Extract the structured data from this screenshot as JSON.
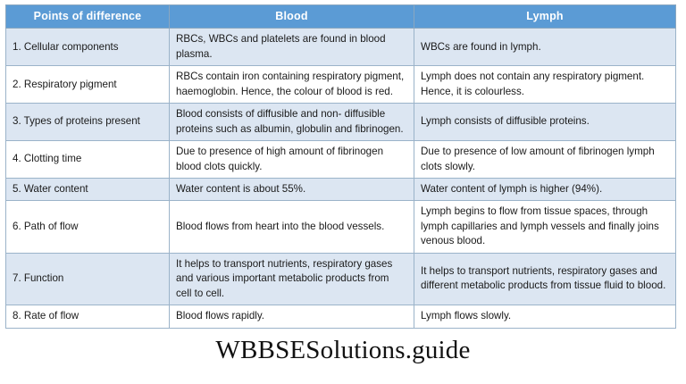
{
  "table": {
    "columns": [
      {
        "key": "points",
        "label": "Points of difference"
      },
      {
        "key": "blood",
        "label": "Blood"
      },
      {
        "key": "lymph",
        "label": "Lymph"
      }
    ],
    "header_bg": "#5B9BD5",
    "header_text_color": "#FFFFFF",
    "shaded_row_bg": "#DCE6F2",
    "plain_row_bg": "#FFFFFF",
    "border_color": "#9BB3C9",
    "rows": [
      {
        "points": "1. Cellular components",
        "blood": "RBCs, WBCs and platelets are found in blood plasma.",
        "lymph": "WBCs are found in lymph.",
        "shaded": true
      },
      {
        "points": "2. Respiratory pigment",
        "blood": "RBCs contain iron containing respiratory pigment, haemoglobin. Hence, the colour of blood is red.",
        "lymph": "Lymph does not contain any respiratory pigment. Hence, it is colourless.",
        "shaded": false
      },
      {
        "points": "3. Types of proteins present",
        "blood": "Blood consists of diffusible and non- diffusible proteins such as albumin, globulin and fibrinogen.",
        "lymph": "Lymph consists of diffusible proteins.",
        "shaded": true
      },
      {
        "points": "4. Clotting time",
        "blood": "Due to presence of high amount of fibrinogen blood clots quickly.",
        "lymph": "Due to presence of low amount of fibrinogen lymph clots slowly.",
        "shaded": false
      },
      {
        "points": "5. Water content",
        "blood": "Water content is about 55%.",
        "lymph": "Water content of lymph is higher (94%).",
        "shaded": true
      },
      {
        "points": "6. Path of flow",
        "blood": "Blood flows from heart into the blood vessels.",
        "lymph": "Lymph begins to flow from tissue spaces, through lymph capillaries and lymph vessels and finally joins venous blood.",
        "shaded": false
      },
      {
        "points": "7. Function",
        "blood": "It helps to transport nutrients, respiratory gases and various important metabolic products from cell to cell.",
        "lymph": "It helps to transport nutrients, respiratory gases and different metabolic products from tissue fluid to blood.",
        "shaded": true
      },
      {
        "points": "8. Rate of flow",
        "blood": "Blood flows rapidly.",
        "lymph": "Lymph flows slowly.",
        "shaded": false
      }
    ]
  },
  "footer": {
    "text": "WBBSESolutions.guide"
  }
}
